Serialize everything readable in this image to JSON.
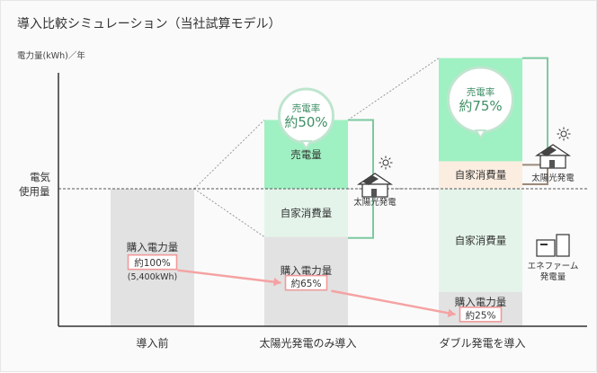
{
  "title": "導入比較シミュレーション（当社試算モデル）",
  "colors": {
    "purchase": "#e2e2e2",
    "self": "#e4f4ea",
    "sell": "#9ff0c2",
    "farm": "#fbeee1",
    "pct_box": "#f19a9a",
    "arrow": "#f5a2a2",
    "bracket_solar": "#7cc9a0",
    "bracket_farm": "#9c8a7a",
    "usage_line": "#555555"
  },
  "chart_data": {
    "type": "bar",
    "stacked": true,
    "ylabel": "電力量(kWh)／年",
    "categories": [
      "導入前",
      "太陽光発電のみ導入",
      "ダブル発電を導入"
    ],
    "usage_line_label": [
      "電気",
      "使用量"
    ],
    "usage_level": 100,
    "ylim": [
      0,
      182
    ],
    "series": [
      {
        "name": "購入電力量",
        "values": [
          100,
          65,
          25
        ]
      },
      {
        "name": "自家消費量",
        "values": [
          0,
          35,
          0
        ]
      },
      {
        "name": "自家消費量",
        "values": [
          0,
          0,
          75
        ]
      },
      {
        "name": "自家消費量",
        "values": [
          0,
          0,
          20
        ]
      },
      {
        "name": "売電量",
        "values": [
          0,
          50,
          75
        ]
      }
    ],
    "annotations": {
      "purchase_label": "購入電力量",
      "purchase_pct": [
        "約100%",
        "約65%",
        "約25%"
      ],
      "purchase_kwh": "(5,400kWh)",
      "bubbles": [
        {
          "title": "売電率",
          "value": "約50%"
        },
        {
          "title": "売電率",
          "value": "約75%"
        }
      ],
      "solar_label": "太陽光発電",
      "farm_label": [
        "エネファーム",
        "発電量"
      ]
    }
  }
}
